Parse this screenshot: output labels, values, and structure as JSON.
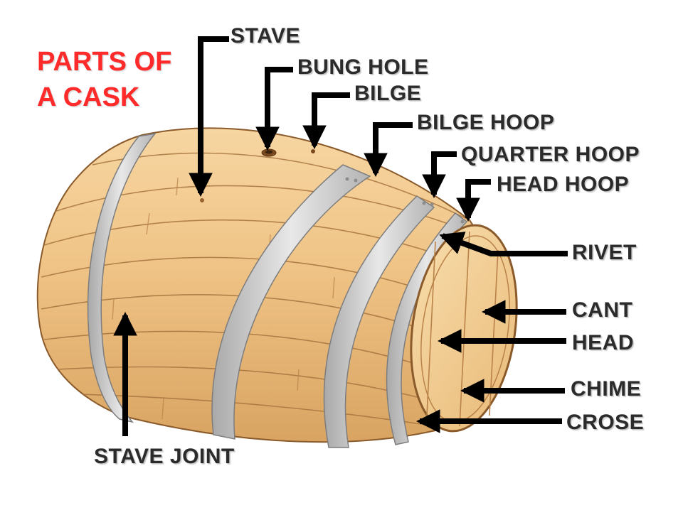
{
  "title": {
    "line1": "PARTS OF",
    "line2": "A CASK",
    "color": "#ff2a2a"
  },
  "labels": {
    "stave": "STAVE",
    "bung_hole": "BUNG HOLE",
    "bilge": "BILGE",
    "bilge_hoop": "BILGE HOOP",
    "quarter_hoop": "QUARTER HOOP",
    "head_hoop": "HEAD HOOP",
    "rivet": "RIVET",
    "cant": "CANT",
    "head": "HEAD",
    "chime": "CHIME",
    "crose": "CROSE",
    "stave_joint": "STAVE JOINT"
  },
  "colors": {
    "wood": "#ecbd7c",
    "hoop": "#c9c9c9",
    "outline": "#8a5a2b",
    "arrow": "#000000"
  }
}
